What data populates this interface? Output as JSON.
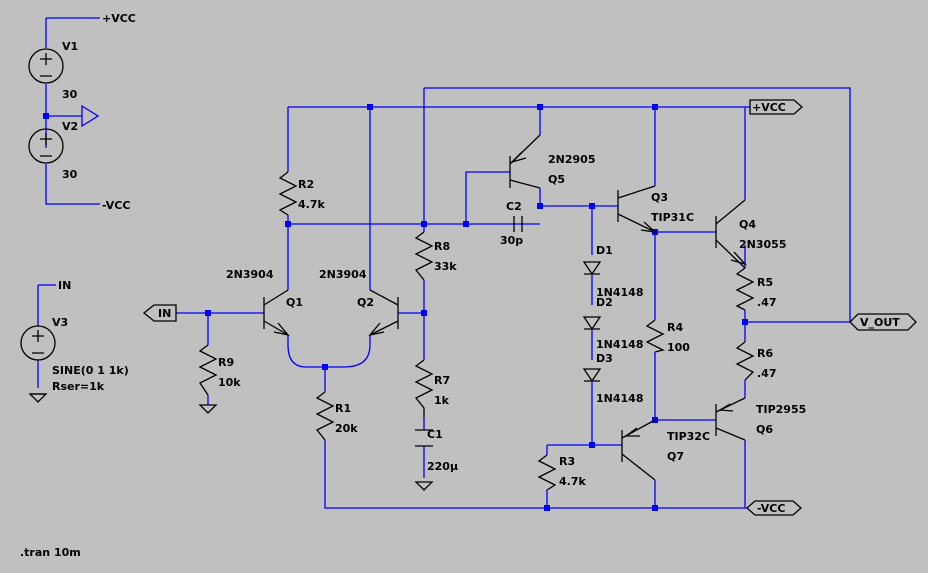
{
  "colors": {
    "background": "#c0c0c0",
    "wire": "#0000ff",
    "component": "#000000",
    "label": "#000000"
  },
  "sources": [
    {
      "id": "V1",
      "value": "30"
    },
    {
      "id": "V2",
      "value": "30"
    },
    {
      "id": "V3",
      "value": "SINE(0 1 1k)",
      "extra": "Rser=1k"
    }
  ],
  "transistors": [
    {
      "id": "Q1",
      "model": "2N3904"
    },
    {
      "id": "Q2",
      "model": "2N3904"
    },
    {
      "id": "Q3",
      "model": "TIP31C"
    },
    {
      "id": "Q4",
      "model": "2N3055"
    },
    {
      "id": "Q5",
      "model": "2N2905"
    },
    {
      "id": "Q6",
      "model": "TIP2955"
    },
    {
      "id": "Q7",
      "model": "TIP32C"
    }
  ],
  "resistors": [
    {
      "id": "R1",
      "value": "20k"
    },
    {
      "id": "R2",
      "value": "4.7k"
    },
    {
      "id": "R3",
      "value": "4.7k"
    },
    {
      "id": "R4",
      "value": "100"
    },
    {
      "id": "R5",
      "value": ".47"
    },
    {
      "id": "R6",
      "value": ".47"
    },
    {
      "id": "R7",
      "value": "1k"
    },
    {
      "id": "R8",
      "value": "33k"
    },
    {
      "id": "R9",
      "value": "10k"
    }
  ],
  "capacitors": [
    {
      "id": "C1",
      "value": "220µ"
    },
    {
      "id": "C2",
      "value": "30p"
    }
  ],
  "diodes": [
    {
      "id": "D1",
      "model": "1N4148"
    },
    {
      "id": "D2",
      "model": "1N4148"
    },
    {
      "id": "D3",
      "model": "1N4148"
    }
  ],
  "net_labels": {
    "vcc_pos": "+VCC",
    "vcc_neg": "-VCC",
    "vcc_pos_flag": "+VCC",
    "vcc_neg_flag": "-VCC",
    "in_source": "IN",
    "in_flag": "IN",
    "out_flag": "V_OUT"
  },
  "directive": ".tran 10m"
}
